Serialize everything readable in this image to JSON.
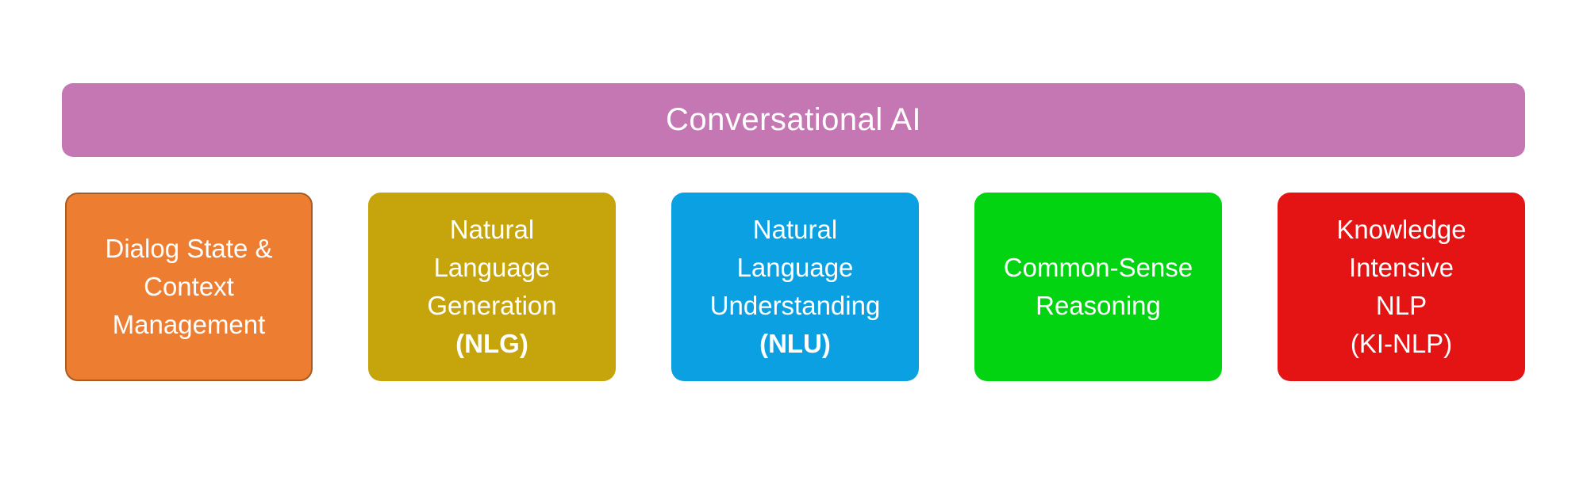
{
  "diagram": {
    "background": "#ffffff",
    "text_color": "#ffffff",
    "title": {
      "label": "Conversational AI",
      "fill": "#c577b3"
    },
    "boxes": [
      {
        "name": "dialog-state-context-management",
        "fill": "#ed7d31",
        "border": "#a85b22",
        "lines": [
          "Dialog State &",
          "Context",
          "Management"
        ]
      },
      {
        "name": "natural-language-generation",
        "fill": "#c6a40b",
        "lines": [
          "Natural",
          "Language",
          "Generation"
        ],
        "acronym": "(NLG)"
      },
      {
        "name": "natural-language-understanding",
        "fill": "#0ba0e2",
        "lines": [
          "Natural",
          "Language",
          "Understanding"
        ],
        "acronym": "(NLU)"
      },
      {
        "name": "common-sense-reasoning",
        "fill": "#02d412",
        "lines": [
          "Common-Sense",
          "Reasoning"
        ]
      },
      {
        "name": "knowledge-intensive-nlp",
        "fill": "#e51414",
        "lines": [
          "Knowledge",
          "Intensive",
          "NLP",
          "(KI-NLP)"
        ]
      }
    ]
  }
}
